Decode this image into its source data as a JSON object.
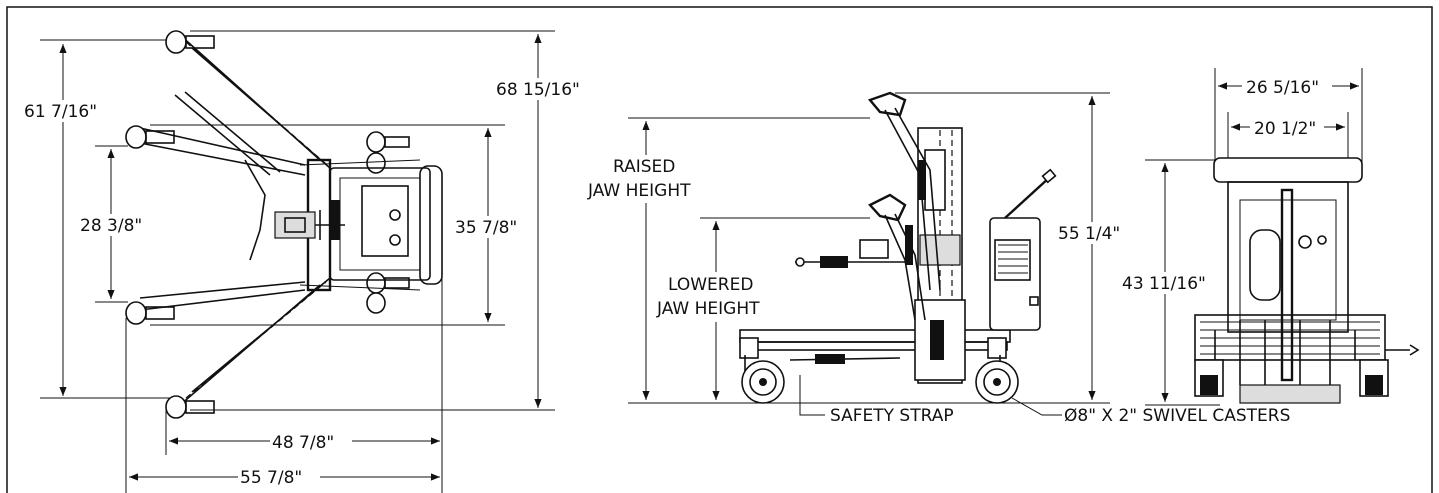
{
  "drawing": {
    "top_view": {
      "dim_overall_diag": "68 15/16\"",
      "dim_left_long": "61 7/16\"",
      "dim_inner_left": "28 3/8\"",
      "dim_inner_right": "35 7/8\"",
      "dim_bottom_inner": "48 7/8\"",
      "dim_bottom_outer": "55 7/8\""
    },
    "side_view": {
      "raised_label_line1": "RAISED",
      "raised_label_line2": "JAW HEIGHT",
      "lowered_label_line1": "LOWERED",
      "lowered_label_line2": "JAW HEIGHT",
      "dim_height": "55 1/4\"",
      "safety_strap": "SAFETY STRAP",
      "casters": "Ø8\" X 2\" SWIVEL CASTERS"
    },
    "front_view": {
      "dim_top_outer": "26 5/16\"",
      "dim_top_inner": "20 1/2\"",
      "dim_height": "43 11/16\""
    }
  }
}
